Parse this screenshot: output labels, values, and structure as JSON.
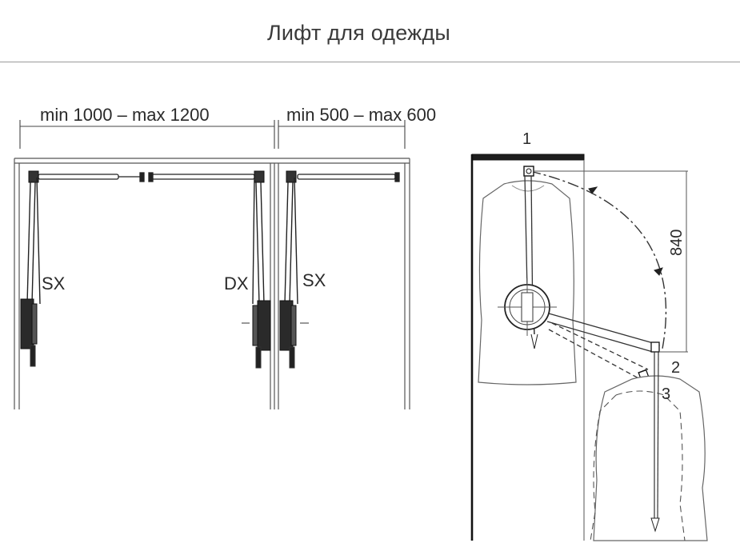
{
  "header": {
    "title": "Лифт для одежды"
  },
  "left_diagram": {
    "dim_wide": "min 1000 – max 1200",
    "dim_narrow": "min 500 – max 600",
    "label_left": "SX",
    "label_middle": "DX",
    "label_right": "SX"
  },
  "right_diagram": {
    "position_1": "1",
    "position_2": "2",
    "position_3": "3",
    "height_dimension": "840"
  }
}
